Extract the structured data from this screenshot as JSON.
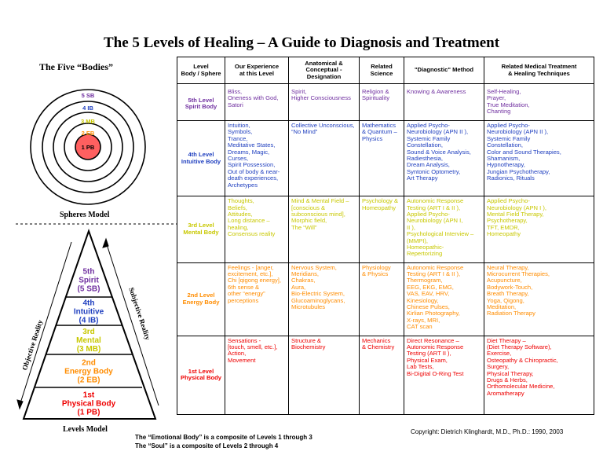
{
  "title": "The 5 Levels of Healing – A Guide to Diagnosis and Treatment",
  "left": {
    "five_bodies_heading": "The Five “Bodies”",
    "spheres_model_label": "Spheres Model",
    "levels_model_label": "Levels Model",
    "sphere_labels": [
      "5 SB",
      "4 IB",
      "3 MB",
      "2 EB",
      "1 PB"
    ],
    "pyramid": {
      "levels": [
        {
          "lines": [
            "5th",
            "Spirit",
            "(5 SB)"
          ],
          "color": "#7030a0"
        },
        {
          "lines": [
            "4th",
            "Intuitive",
            "(4 IB)"
          ],
          "color": "#1f3fbf"
        },
        {
          "lines": [
            "3rd",
            "Mental",
            "(3 MB)"
          ],
          "color": "#c8c800"
        },
        {
          "lines": [
            "2nd",
            "Energy Body",
            "(2 EB)"
          ],
          "color": "#ff8c00"
        },
        {
          "lines": [
            "1st",
            "Physical Body",
            "(1 PB)"
          ],
          "color": "#ee0000"
        }
      ],
      "objective_label": "Objective Reality",
      "subjective_label": "Subjective Reality"
    }
  },
  "colors": {
    "level5": "#7030a0",
    "level4": "#1f3fbf",
    "level3": "#c8c800",
    "level2": "#ff8c00",
    "level1": "#ee0000"
  },
  "table": {
    "headers": [
      "Level\nBody / Sphere",
      "Our Experience\nat this Level",
      "Anatomical &\nConceptual -\nDesignation",
      "Related\nScience",
      "\"Diagnostic\" Method",
      "Related Medical Treatment\n& Healing Techniques"
    ],
    "rows": [
      {
        "level": "5th Level\nSpirit Body",
        "color": "#7030a0",
        "experience": "Bliss,\nOneness  with God,\nSatori",
        "anatomical": "Spirit,\nHigher Consciousness",
        "science": "Religion &\nSpirituality",
        "diagnostic": "Knowing & Awareness",
        "treatment": "Self-Healing,\nPrayer,\nTrue Meditation,\nChanting"
      },
      {
        "level": "4th Level\nIntuitive Body",
        "color": "#1f3fbf",
        "experience": "Intuition,\nSymbols,\nTrance,\nMeditative States,\nDreams, Magic,\nCurses,\nSpirit Possession,\nOut of body & near-\n   death experiences,\nArchetypes",
        "anatomical": "Collective Unconscious,\n“No Mind”",
        "science": "Mathematics\n& Quantum –\n    Physics",
        "diagnostic": "Applied Psycho-\n    Neurobiology (APN II ),\nSystemic Family\n    Constellation,\nSound & Voice Analysis,\nRadiesthesia,\nDream Analysis,\nSyntonic Optometry,\nArt Therapy",
        "treatment": "Applied Psycho-\n    Neurobiology (APN II ),\nSystemic Family\n    Constellation,\nColor and Sound Therapies,\nShamanism,\nHypnotherapy,\nJungian Psychotherapy,\nRadionics, Rituals"
      },
      {
        "level": "3rd Level\nMental Body",
        "color": "#c8c800",
        "experience": "Thoughts,\nBeliefs,\nAttitudes,\nLong distance –\n    healing,\nConsensus reality",
        "anatomical": "Mind & Mental Field –\n    [conscious &\n    subconscious mind],\nMorphic field,\nThe “Will”",
        "science": "Psychology &\nHomeopathy",
        "diagnostic": "Autonomic Response\n    Testing (ART I & II ),\nApplied Psycho-\n    Neurobiology (APN I,\n    II ),\nPsychological Interview –\n    (MMPI),\nHomeopathic-\n    Repertorizing",
        "treatment": "Applied Psycho-\n    Neurobiology (APN I ),\nMental Field Therapy,\nPsychotherapy,\nTFT, EMDR,\nHomeopathy"
      },
      {
        "level": "2nd Level\nEnergy Body",
        "color": "#ff8c00",
        "experience": "Feelings - [anger,\n    excitement, etc.],\nChi [qigong energy],\n6th sense &\n    other “energy”\n    perceptions",
        "anatomical": "Nervous System,\nMeridians,\nChakras,\nAura,\nBio-Electric System,\nGlucoaminoglycans,\nMicrotubules",
        "science": "Physiology\n& Physics",
        "diagnostic": "Autonomic Response\n    Testing (ART I & II ),\nThermogram,\nEEG, EKG, EMG,\nVAS, EAV, HRV,\nKinesiology,\nChinese Pulses,\nKirlian Photography,\nX-rays, MRI,\nCAT scan",
        "treatment": "Neural Therapy,\nMicrocurrent Therapies,\nAcupuncture,\nBodywork-Touch,\nBreath Therapy,\nYoga, Qigong,\nMeditation,\nRadiation Therapy"
      },
      {
        "level": "1st Level\nPhysical Body",
        "color": "#ee0000",
        "experience": "Sensations -\n    [touch, smell, etc.],\nAction,\nMovement",
        "anatomical": "Structure &\nBiochemistry",
        "science": "Mechanics\n& Chemistry",
        "diagnostic": "Direct Resonance –\n    Autonomic Response\nTesting (ART II ),\nPhysical Exam,\nLab Tests,\nBi-Digital O-Ring Test",
        "treatment": "Diet Therapy –\n    (Diet Therapy Software),\nExercise,\nOsteopathy & Chiropractic,\nSurgery,\nPhysical Therapy,\nDrugs & Herbs,\nOrthomolecular Medicine,\nAromatherapy"
      }
    ]
  },
  "footnotes": [
    "The “Emotional Body” is a composite of Levels 1 through 3",
    "The “Soul” is a composite of Levels 2 through 4"
  ],
  "copyright": "Copyright: Dietrich Klinghardt, M.D., Ph.D.: 1990, 2003"
}
